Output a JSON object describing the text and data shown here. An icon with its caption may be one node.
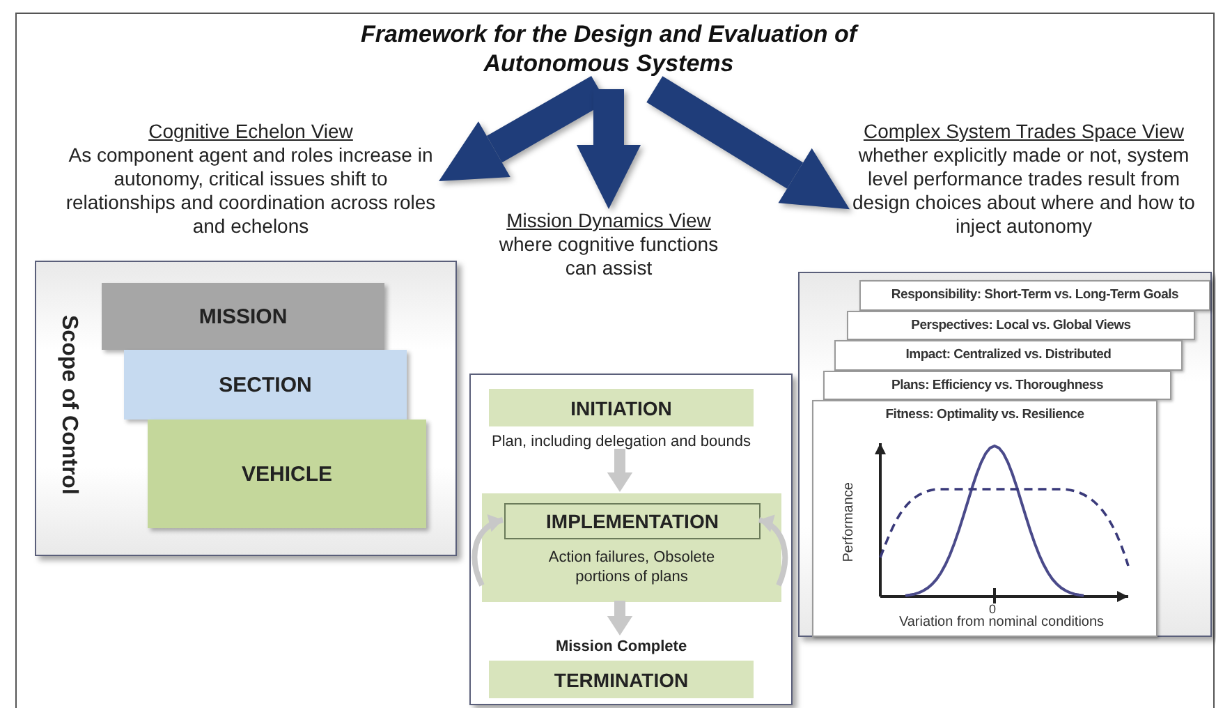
{
  "diagram": {
    "nodes": [
      {
        "text": [
          "Framework for the Design and Evaluation of Autonomous Systems"
        ]
      },
      {
        "text": [
          "Cognitive Echelon View",
          "As component agent and roles increase in autonomy, critical issues shift to relationships and coordination across roles and echelons"
        ]
      },
      {
        "text": [
          "Mission Dynamics View",
          "where cognitive functions can assist"
        ]
      },
      {
        "text": [
          "Complex System Trades Space View",
          "whether explicitly made or not, system level performance trades result from design choices about where and how to inject autonomy"
        ]
      },
      {
        "text": [
          "Scope of Control"
        ]
      },
      {
        "text": [
          "MISSION"
        ],
        "in": 4
      },
      {
        "text": [
          "SECTION"
        ],
        "in": 4
      },
      {
        "text": [
          "VEHICLE"
        ],
        "in": 4
      },
      {
        "text": [],
        "shape": "box"
      },
      {
        "text": [
          "INITIATION",
          "Plan, including delegation and bounds"
        ],
        "in": 8
      },
      {
        "text": [
          "Action failures, Obsolete portions of plans"
        ],
        "in": 8
      },
      {
        "text": [
          "IMPLEMENTATION"
        ],
        "in": 10
      },
      {
        "text": [
          "Mission Complete",
          "TERMINATION"
        ],
        "in": 8
      },
      {
        "text": [],
        "shape": "box"
      },
      {
        "text": [
          "Responsibility: Short-Term vs. Long-Term Goals"
        ],
        "in": 13
      },
      {
        "text": [
          "Perspectives: Local vs. Global Views"
        ],
        "in": 13
      },
      {
        "text": [
          "Impact: Centralized vs. Distributed"
        ],
        "in": 13
      },
      {
        "text": [
          "Plans: Efficiency vs. Thoroughness"
        ],
        "in": 13
      },
      {
        "text": [
          "Fitness: Optimality vs. Resilience"
        ],
        "in": 13
      }
    ],
    "edges": [
      {
        "from": 0,
        "to": 1,
        "arrow": "to",
        "style": "thick",
        "color": "#1f3d7a"
      },
      {
        "from": 0,
        "to": 2,
        "arrow": "to",
        "style": "thick",
        "color": "#1f3d7a"
      },
      {
        "from": 0,
        "to": 3,
        "arrow": "to",
        "style": "thick",
        "color": "#1f3d7a"
      },
      {
        "from": 9,
        "to": 10,
        "arrow": "to"
      },
      {
        "from": 10,
        "to": 11,
        "arrow": "to"
      },
      {
        "from": 10,
        "to": 11,
        "arrow": "to"
      },
      {
        "from": 10,
        "to": 12,
        "arrow": "to"
      }
    ],
    "labels": [
      "Performance",
      "0",
      "Variation from nominal conditions"
    ]
  }
}
